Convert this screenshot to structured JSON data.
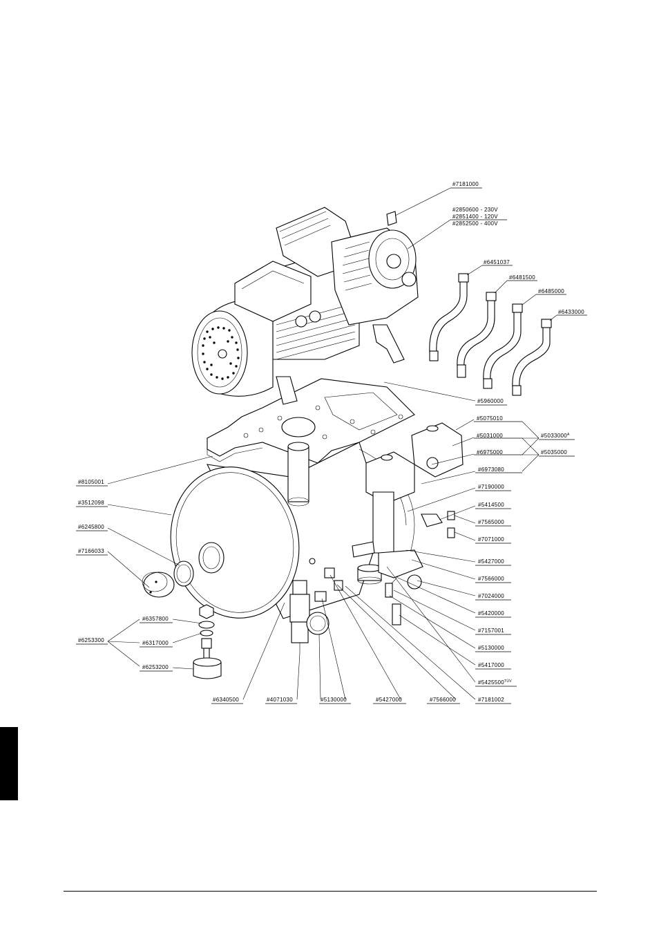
{
  "labels": {
    "p7181000": "#7181000",
    "p2850600": "#2850600  -  230V",
    "p2851400": "#2851400  -  120V",
    "p2852500": "#2852500  -  400V",
    "p6451037": "#6451037",
    "p6481500": "#6481500",
    "p6485000": "#6485000",
    "p6433000": "#6433000",
    "p5960000": "#5960000",
    "p5075010": "#5075010",
    "p5031000": "#5031000",
    "p6975000": "#6975000",
    "p6973080": "#6973080",
    "p5033000": "#5033000",
    "p5033000_sup": "A",
    "p5035000": "#5035000",
    "p7190000": "#7190000",
    "p5414500": "#5414500",
    "p7565000": "#7565000",
    "p7071000": "#7071000",
    "p5427000r": "#5427000",
    "p7566000r": "#7566000",
    "p7024000": "#7024000",
    "p5420000": "#5420000",
    "p7157001": "#7157001",
    "p5130000r": "#5130000",
    "p5417000": "#5417000",
    "p5425500": "#5425500",
    "p5425500_sup": "TÜV",
    "p7181002": "#7181002",
    "p8105001": "#8105001",
    "p3512098": "#3512098",
    "p6245800": "#6245800",
    "p7166033": "#7166033",
    "p6357800": "#6357800",
    "p6253300": "#6253300",
    "p6317000": "#6317000",
    "p6253200": "#6253200",
    "p6340500": "#6340500",
    "p4071030": "#4071030",
    "p5130000b": "#5130000",
    "p5427000b": "#5427000",
    "p7566000b": "#7566000"
  },
  "colors": {
    "ink": "#000000",
    "paper": "#ffffff"
  }
}
